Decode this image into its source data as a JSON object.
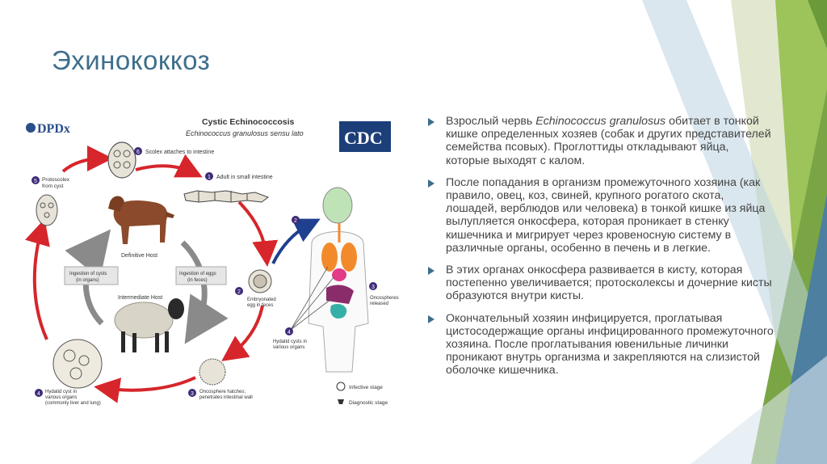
{
  "slide": {
    "title": "Эхинококкоз",
    "accent_color": "#3e6e8c"
  },
  "figure": {
    "source_logo_left": "DPDx",
    "source_logo_right": "CDC",
    "title": "Cystic Echinococcosis",
    "subtitle": "Echinococcus granulosus sensu lato",
    "steps": [
      {
        "num": "1",
        "text": "Adult in small intestine"
      },
      {
        "num": "2",
        "text": "Embryonated egg in feces"
      },
      {
        "num": "3",
        "text": "Oncosphere hatches; penetrates intestinal wall"
      },
      {
        "num": "4",
        "text": "Hydatid cyst in various organs (commonly liver and lung)"
      },
      {
        "num": "5",
        "text": "Protoscolex from cyst"
      },
      {
        "num": "6",
        "text": "Scolex attaches to intestine"
      }
    ],
    "human": {
      "step2": "2",
      "step3": "3",
      "step3_text": "Oncospheres released",
      "step4": "4",
      "step4_text": "Hydatid cysts in various organs"
    },
    "definitive_host": "Definitive Host",
    "intermediate_host": "Intermediate Host",
    "ingestion_cysts": "Ingestion of cysts (in organs)",
    "ingestion_eggs": "Ingestion of eggs (in feces)",
    "legend": {
      "infective": "Infective stage",
      "diagnostic": "Diagnostic stage"
    }
  },
  "bullets": [
    {
      "pre": "Взрослый червь ",
      "italic": "Echinococcus granulosus",
      "post": " обитает в тонкой кишке определенных хозяев (собак и других представителей семейства псовых). Проглоттиды откладывают яйца, которые выходят с калом."
    },
    {
      "pre": "После попадания в организм промежуточного хозяина (как правило, овец, коз, свиней, крупного рогатого скота, лошадей, верблюдов или человека) в тонкой кишке из яйца вылупляется онкосфера, которая проникает в стенку кишечника и мигрирует через кровеносную систему в различные органы, особенно в печень и в легкие.",
      "italic": "",
      "post": ""
    },
    {
      "pre": "В этих органах онкосфера развивается в кисту, которая постепенно увеличивается; протосколексы и дочерние кисты образуются внутри кисты.",
      "italic": "",
      "post": ""
    },
    {
      "pre": "Окончательный хозяин инфицируется, проглатывая цистосодержащие органы инфицированного промежуточного хозяина. После проглатывания ювенильные личинки проникают внутрь организма и закрепляются на слизистой оболочке кишечника.",
      "italic": "",
      "post": ""
    }
  ]
}
